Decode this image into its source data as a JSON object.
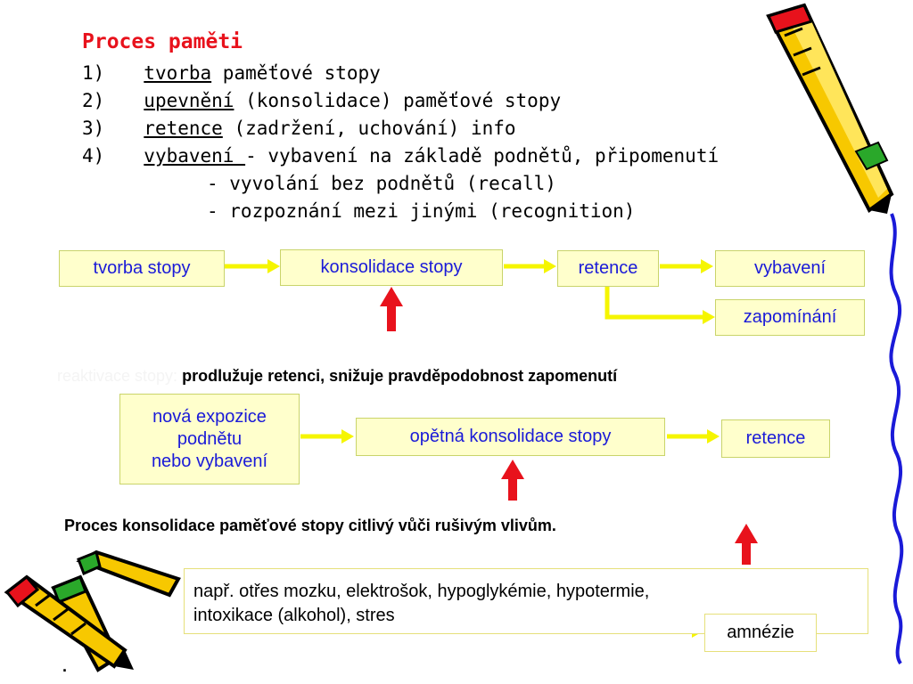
{
  "heading": {
    "title": "Proces paměti",
    "items": [
      {
        "num": "1)",
        "term": "tvorba",
        "rest": " paměťové stopy"
      },
      {
        "num": "2)",
        "term": "upevnění",
        "rest": " (konsolidace) paměťové stopy"
      },
      {
        "num": "3)",
        "term": "retence",
        "rest": "  (zadržení, uchování) info"
      },
      {
        "num": "4)",
        "term": "vybavení ",
        "rest": "- vybavení na základě podnětů, připomenutí"
      }
    ],
    "subitems": [
      "- vyvolání bez podnětů (recall)",
      "- rozpoznání mezi jinými (recognition)"
    ]
  },
  "flow1": {
    "tvorba": "tvorba  stopy",
    "konsolidace": "konsolidace stopy",
    "retence": "retence",
    "vybaveni": "vybavení",
    "zapominani": "zapomínání"
  },
  "reactivation": {
    "hidden_label": "reaktivace stopy:",
    "text": "prodlužuje retenci, snižuje pravděpodobnost zapomenutí"
  },
  "flow2": {
    "nova_expozice": [
      "nová expozice",
      "podnětu",
      "nebo vybavení"
    ],
    "opetna": "opětná konsolidace stopy",
    "retence": "retence"
  },
  "sensitivity": "Proces konsolidace paměťové stopy  citlivý vůči rušivým vlivům.",
  "examples": {
    "line1": "např. otřes mozku, elektrošok, hypoglykémie, hypotermie,",
    "line2": "intoxikace (alkohol), stres"
  },
  "amnezie": "amnézie",
  "dot": ".",
  "colors": {
    "title": "#e8121c",
    "box_text": "#1a1ad8",
    "box_fill": "#ffffcc",
    "arrow_yellow": "#f5f500",
    "arrow_red": "#e8121c",
    "squiggle_blue": "#1a1ad8"
  }
}
